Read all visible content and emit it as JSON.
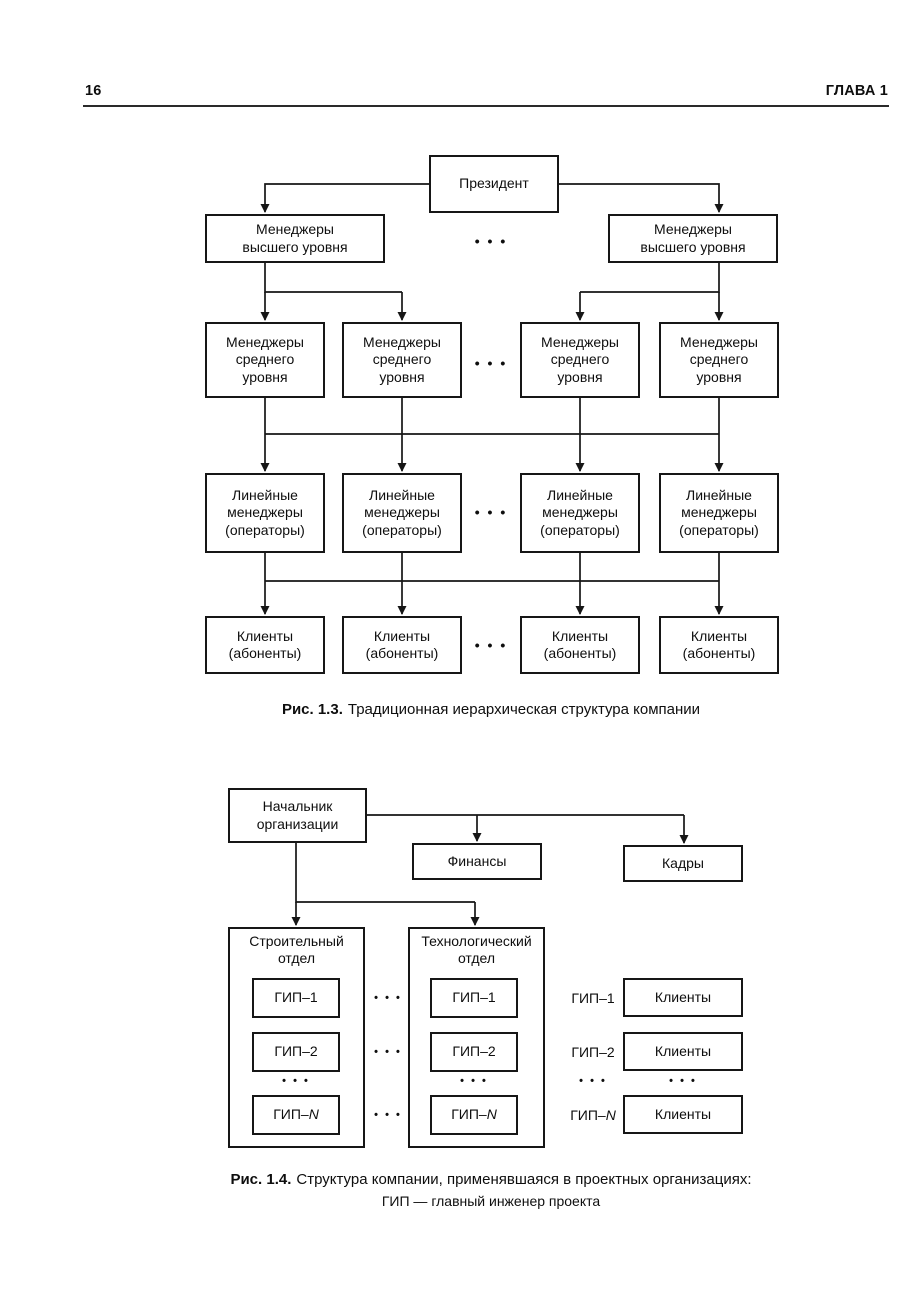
{
  "page": {
    "number": "16",
    "chapter": "ГЛАВА 1"
  },
  "ellipsis": "• • •",
  "fig13": {
    "president": "Президент",
    "top_manager": "Менеджеры\nвысшего уровня",
    "middle_manager": "Менеджеры\nсреднего\nуровня",
    "line_manager": "Линейные\nменеджеры\n(операторы)",
    "clients": "Клиенты\n(абоненты)",
    "caption_label": "Рис. 1.3.",
    "caption_text": "Традиционная иерархическая структура компании"
  },
  "fig14": {
    "head": "Начальник\nорганизации",
    "finance": "Финансы",
    "hr": "Кадры",
    "dept_construction": "Строительный\nотдел",
    "dept_technology": "Технологический\nотдел",
    "gip1": "ГИП–1",
    "gip2": "ГИП–2",
    "gipN_prefix": "ГИП–",
    "gipN_suffix": "N",
    "clients": "Клиенты",
    "caption_label": "Рис. 1.4.",
    "caption_text": "Структура компании, применявшаяся в проектных организациях:",
    "caption_note": "ГИП — главный инженер проекта"
  }
}
